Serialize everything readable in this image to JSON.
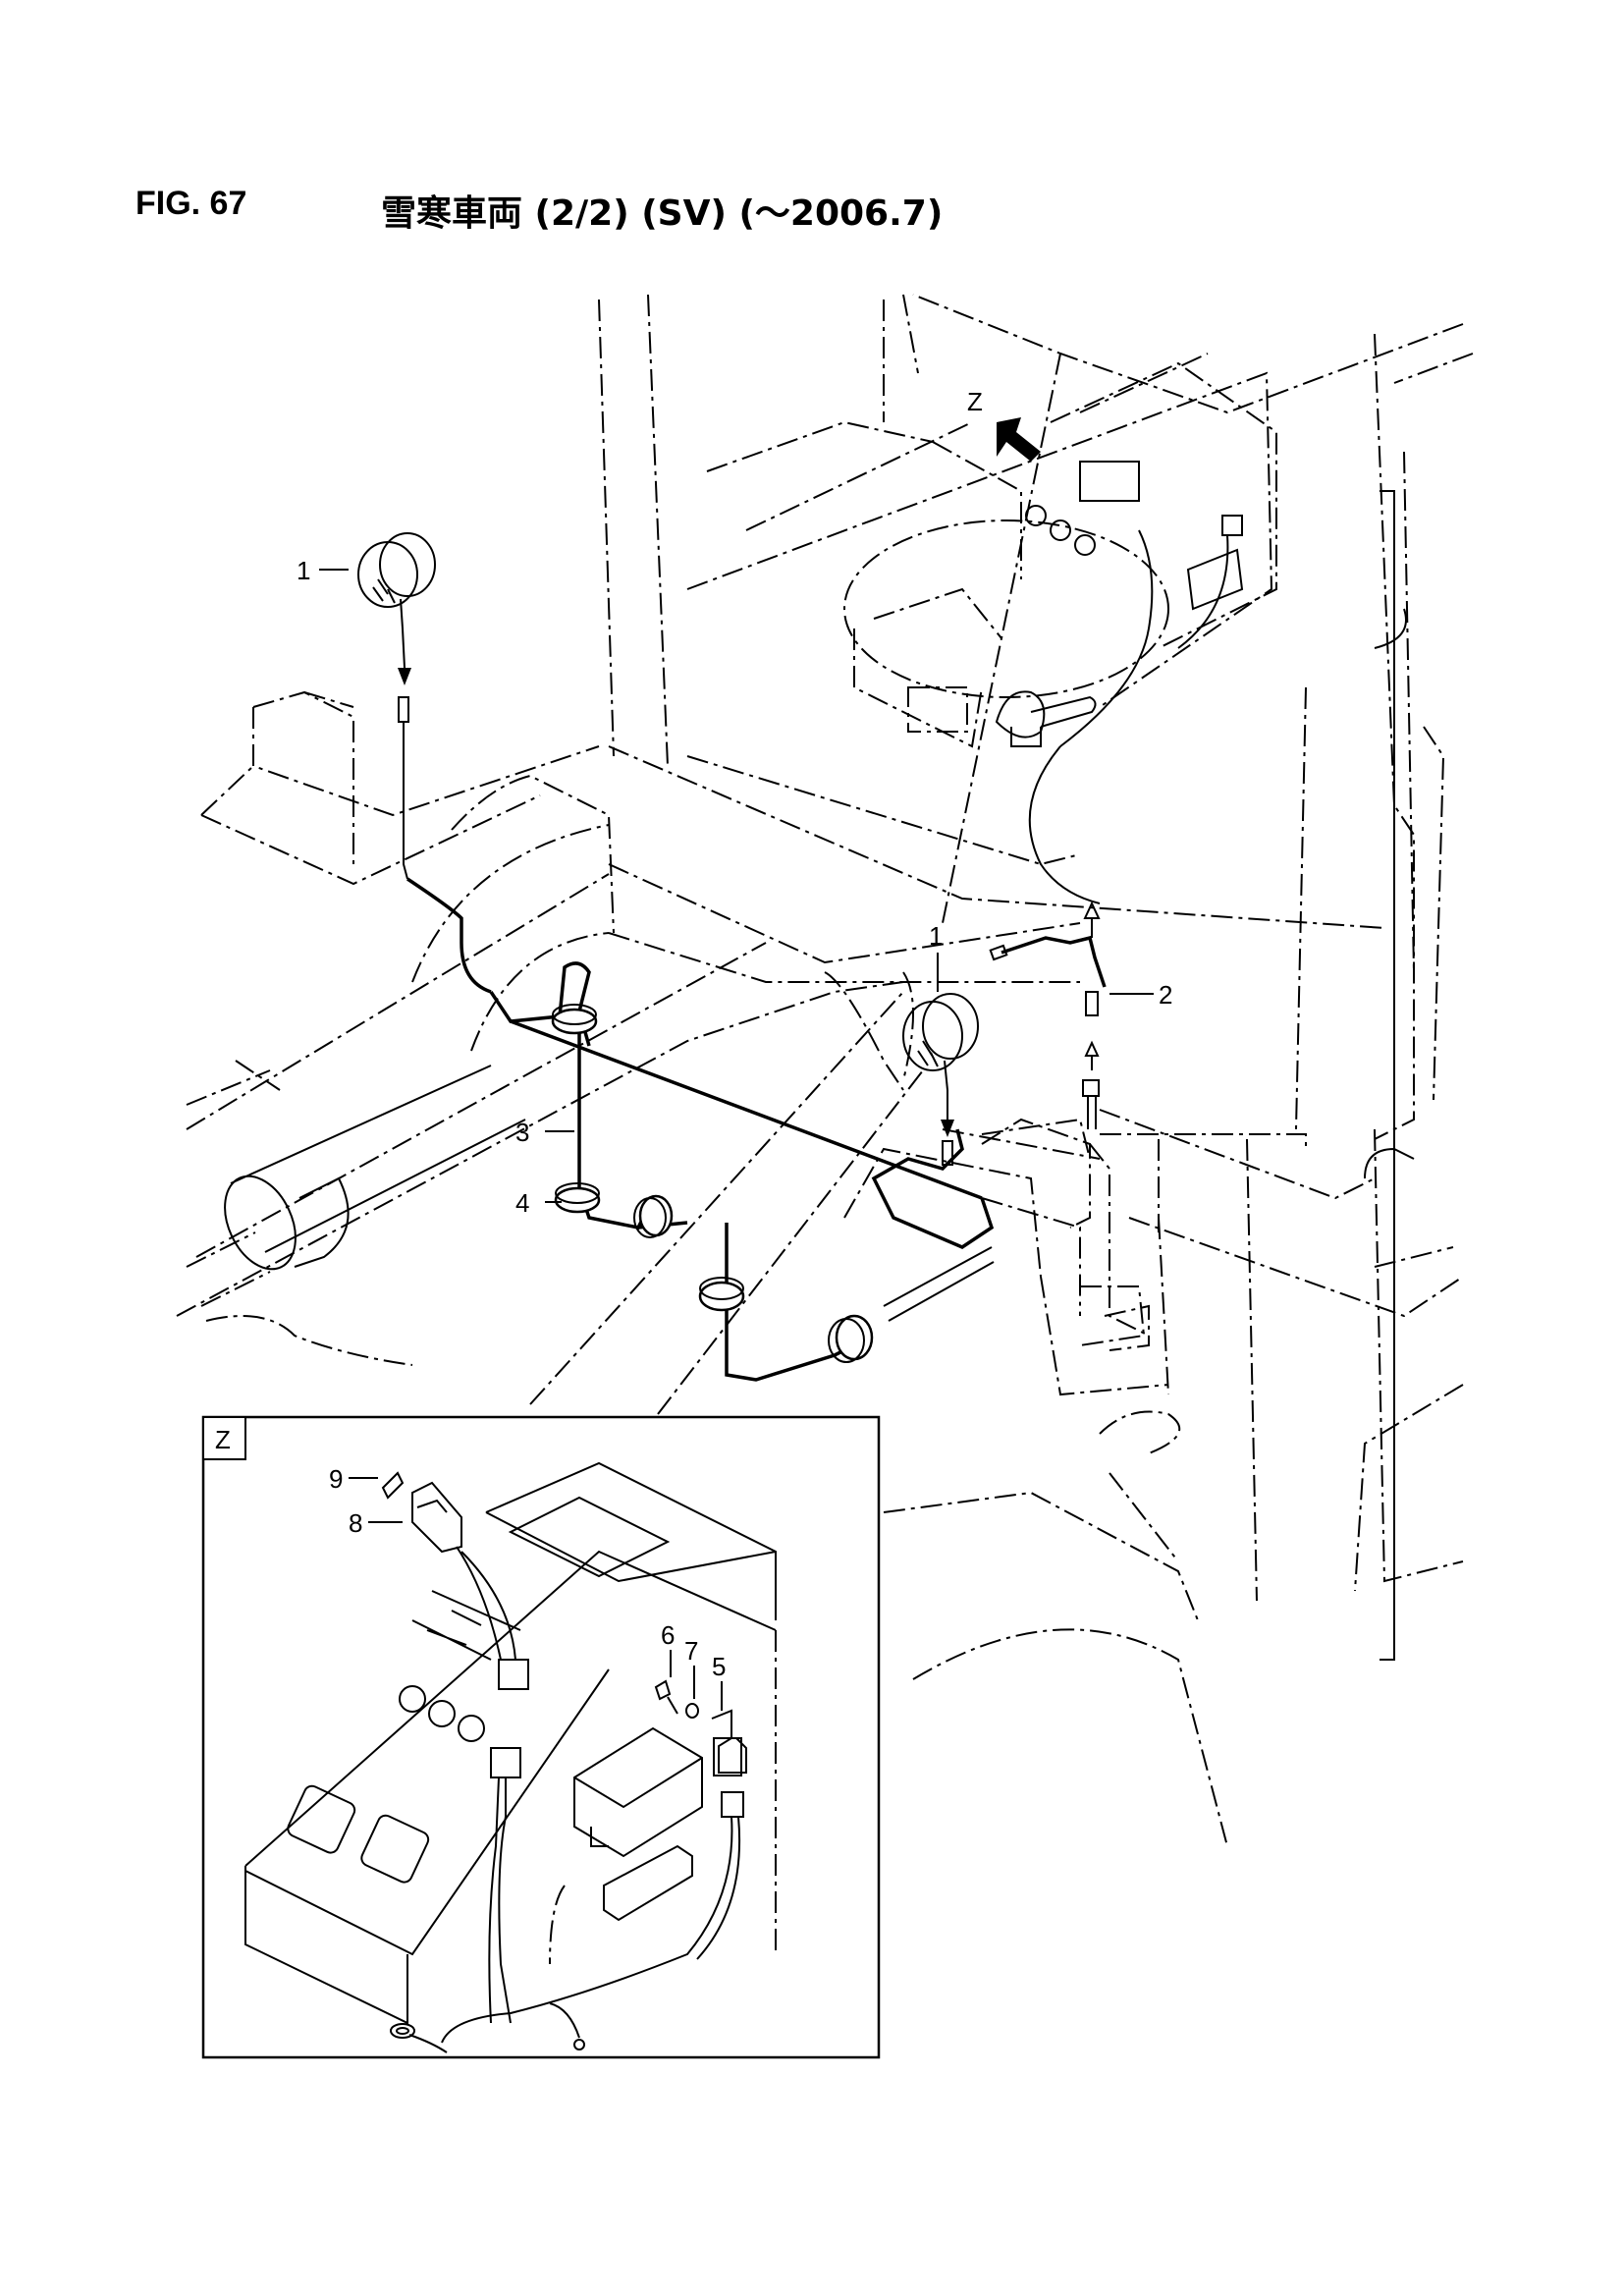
{
  "figure": {
    "number": "FIG. 67",
    "title": "雪寒車両 (2/2) (SV) (～2006.7)"
  },
  "callouts": {
    "lamp_left": "1",
    "lamp_right": "1",
    "harness_upper": "2",
    "harness_main": "3",
    "clamp": "4",
    "relay": "5",
    "bolt": "6",
    "washer": "7",
    "switch": "8",
    "label": "9"
  },
  "view": {
    "marker_main": "Z",
    "inset_label": "Z"
  }
}
